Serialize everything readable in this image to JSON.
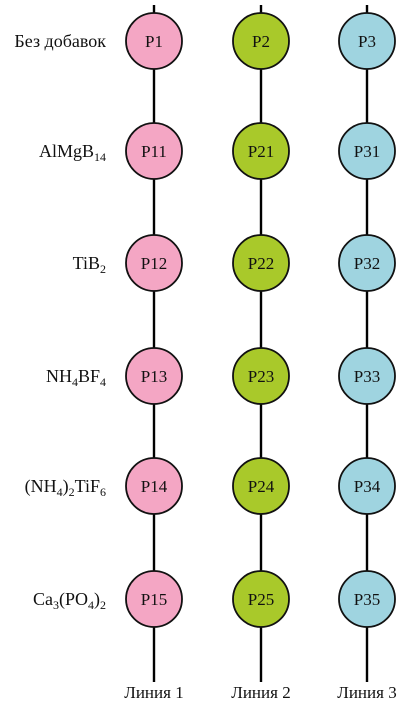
{
  "rows": [
    {
      "label_parts": [
        {
          "t": "Без добавок"
        }
      ]
    },
    {
      "label_parts": [
        {
          "t": "AlMgB"
        },
        {
          "t": "14",
          "sub": true
        }
      ]
    },
    {
      "label_parts": [
        {
          "t": "TiB"
        },
        {
          "t": "2",
          "sub": true
        }
      ]
    },
    {
      "label_parts": [
        {
          "t": "NH"
        },
        {
          "t": "4",
          "sub": true
        },
        {
          "t": "BF"
        },
        {
          "t": "4",
          "sub": true
        }
      ]
    },
    {
      "label_parts": [
        {
          "t": "(NH"
        },
        {
          "t": "4",
          "sub": true
        },
        {
          "t": ")"
        },
        {
          "t": "2",
          "sub": true
        },
        {
          "t": "TiF"
        },
        {
          "t": "6",
          "sub": true
        }
      ]
    },
    {
      "label_parts": [
        {
          "t": "Ca"
        },
        {
          "t": "3",
          "sub": true
        },
        {
          "t": "(PO"
        },
        {
          "t": "4",
          "sub": true
        },
        {
          "t": ")"
        },
        {
          "t": "2",
          "sub": true
        }
      ]
    }
  ],
  "lines": [
    {
      "label": "Линия 1",
      "color": "#f4a6c4",
      "nodes": [
        "P1",
        "P11",
        "P12",
        "P13",
        "P14",
        "P15"
      ]
    },
    {
      "label": "Линия 2",
      "color": "#a9c92a",
      "nodes": [
        "P2",
        "P21",
        "P22",
        "P23",
        "P24",
        "P25"
      ]
    },
    {
      "label": "Линия 3",
      "color": "#9fd4e0",
      "nodes": [
        "P3",
        "P31",
        "P32",
        "P33",
        "P34",
        "P35"
      ]
    }
  ]
}
